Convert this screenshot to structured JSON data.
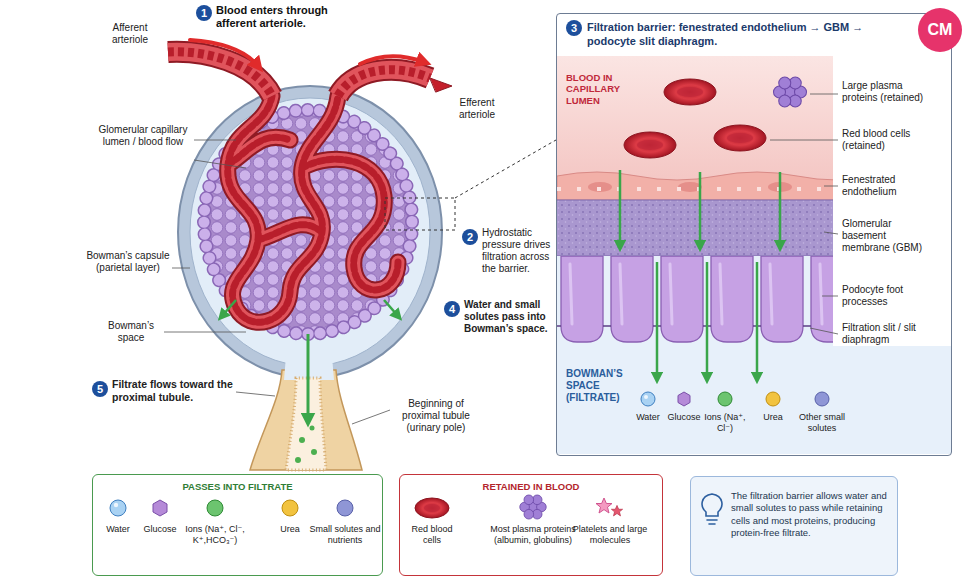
{
  "diagram": {
    "nodes": [
      {
        "text": [
          "Filtration barrier: fenestrated endothelium → GBM → podocyte slit diaphragm."
        ]
      },
      {
        "text": [
          "CM"
        ]
      },
      {
        "text": [
          "PASSES INTO FILTRATE"
        ]
      },
      {
        "text": [
          "RETAINED IN BLOOD"
        ]
      },
      {
        "text": [
          "The filtration barrier allows water and small solutes to pass while retaining cells and most proteins, producing protein-free filtrate."
        ]
      }
    ],
    "labels": [
      "1",
      "Blood enters through afferent arteriole.",
      "Afferent arteriole",
      "Efferent arteriole",
      "Glomerular capillary lumen / blood flow",
      "Bowman’s capsule (parietal layer)",
      "Bowman’s space",
      "2",
      "Hydrostatic pressure drives filtration across the barrier.",
      "4",
      "Water and small solutes pass into Bowman’s space.",
      "5",
      "Filtrate flows toward the proximal tubule.",
      "Beginning of proximal tubule (urinary pole)",
      "3",
      "BLOOD IN CAPILLARY LUMEN",
      "Large plasma proteins (retained)",
      "Red blood cells (retained)",
      "Fenestrated endothelium",
      "Glomerular basement membrane (GBM)",
      "Podocyte foot processes",
      "Filtration slit / slit diaphragm",
      "BOWMAN’S SPACE (FILTRATE)",
      "Water",
      "Glucose",
      "Ions (Na⁺, Cl⁻)",
      "Urea",
      "Other small solutes",
      "Water",
      "Glucose",
      "Ions (Na⁺, Cl⁻, K⁺,HCO₃⁻)",
      "Urea",
      "Small solutes and nutrients",
      "Red blood cells",
      "Most plasma proteins (albumin, globulins)",
      "Platelets and large molecules"
    ]
  }
}
